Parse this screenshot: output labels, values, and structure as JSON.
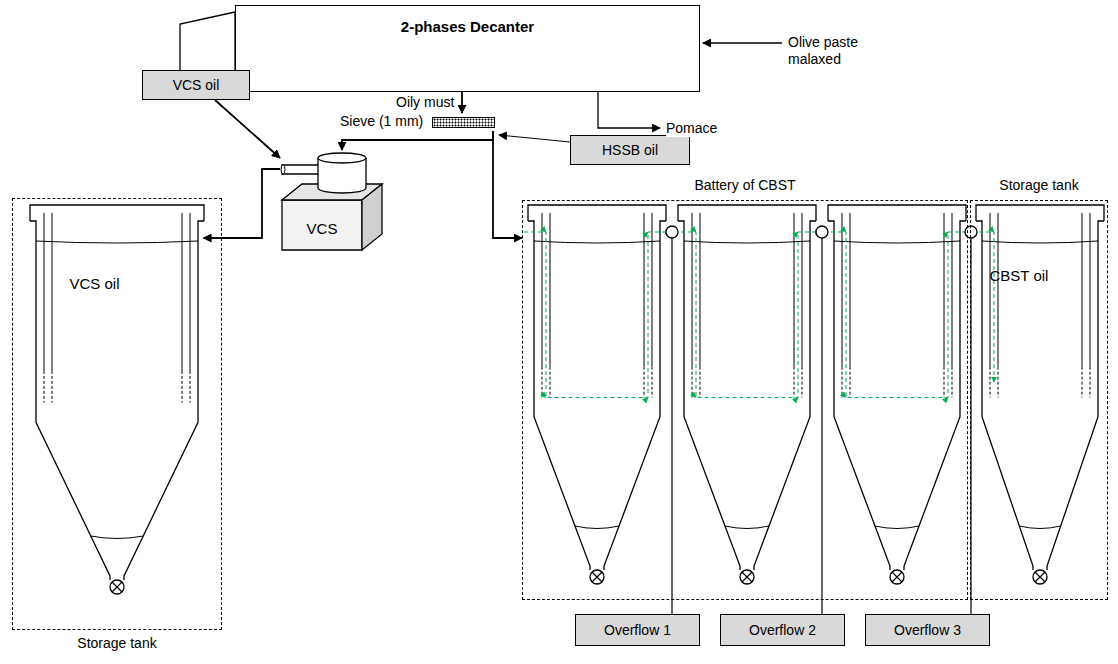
{
  "diagram": {
    "nodes": [
      {
        "text": [
          "2-phases Decanter"
        ]
      },
      {
        "text": [
          "Sieve (1 mm)"
        ]
      },
      {
        "text": [
          "HSSB oil"
        ]
      },
      {
        "text": [
          "VCS oil"
        ]
      },
      {
        "text": [
          "VCS"
        ]
      },
      {
        "text": [
          "Storage tank"
        ]
      },
      {
        "text": [
          "VCS oil"
        ],
        "in": 5
      },
      {
        "text": [
          "Battery of CBST"
        ]
      },
      {
        "text": [
          "Storage tank"
        ]
      },
      {
        "text": [
          "CBST oil"
        ],
        "in": 8
      },
      {
        "text": [
          "Overflow 1"
        ]
      },
      {
        "text": [
          "Overflow 2"
        ]
      },
      {
        "text": [
          "Overflow 3"
        ]
      }
    ],
    "edges": [
      {
        "from": 0,
        "to": 1,
        "label": "Oily must",
        "arrow": "to"
      },
      {
        "from": 1,
        "to": 4,
        "arrow": "to"
      },
      {
        "from": 1,
        "to": 7,
        "arrow": "to"
      },
      {
        "from": 3,
        "to": 4,
        "arrow": "to"
      },
      {
        "from": 4,
        "to": 6,
        "arrow": "to"
      }
    ],
    "labels": [
      "Olive paste malaxed",
      "Pomace"
    ]
  }
}
